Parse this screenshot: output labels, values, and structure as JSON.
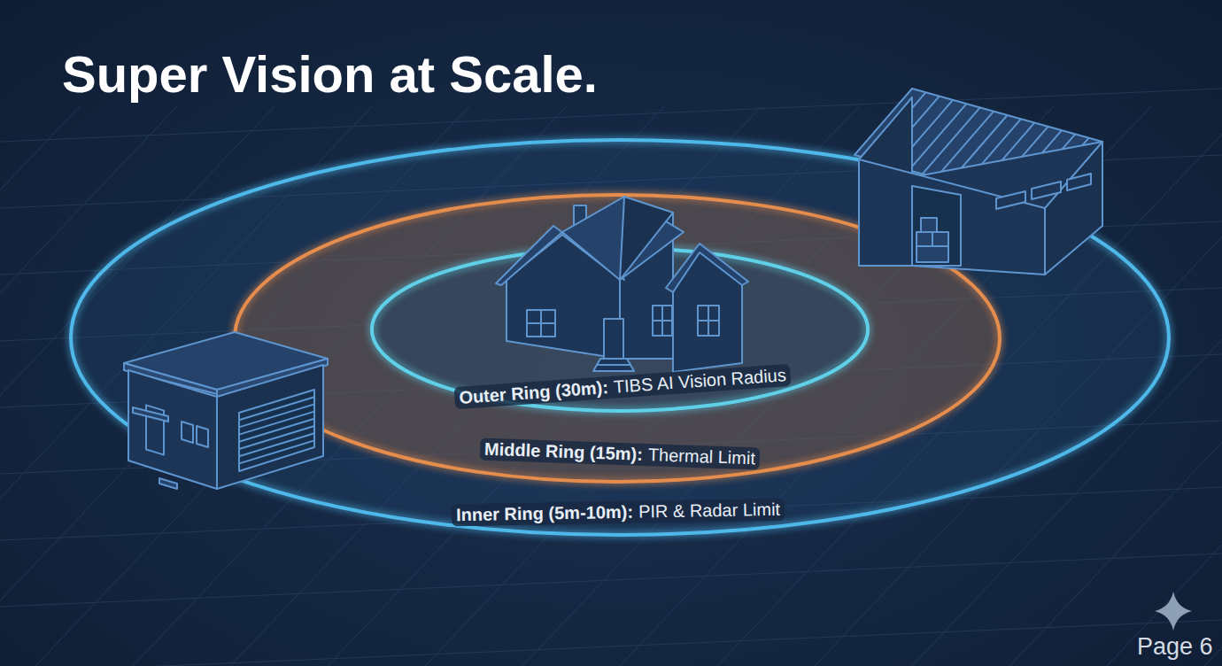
{
  "diagram": {
    "title": "Super Vision at Scale.",
    "labels": [
      "Outer Ring (30m):",
      "TIBS AI Vision Radius",
      "Middle Ring (15m):",
      "Thermal Limit",
      "Inner Ring (5m-10m):",
      "PIR & Radar Limit",
      "Page 6"
    ]
  }
}
